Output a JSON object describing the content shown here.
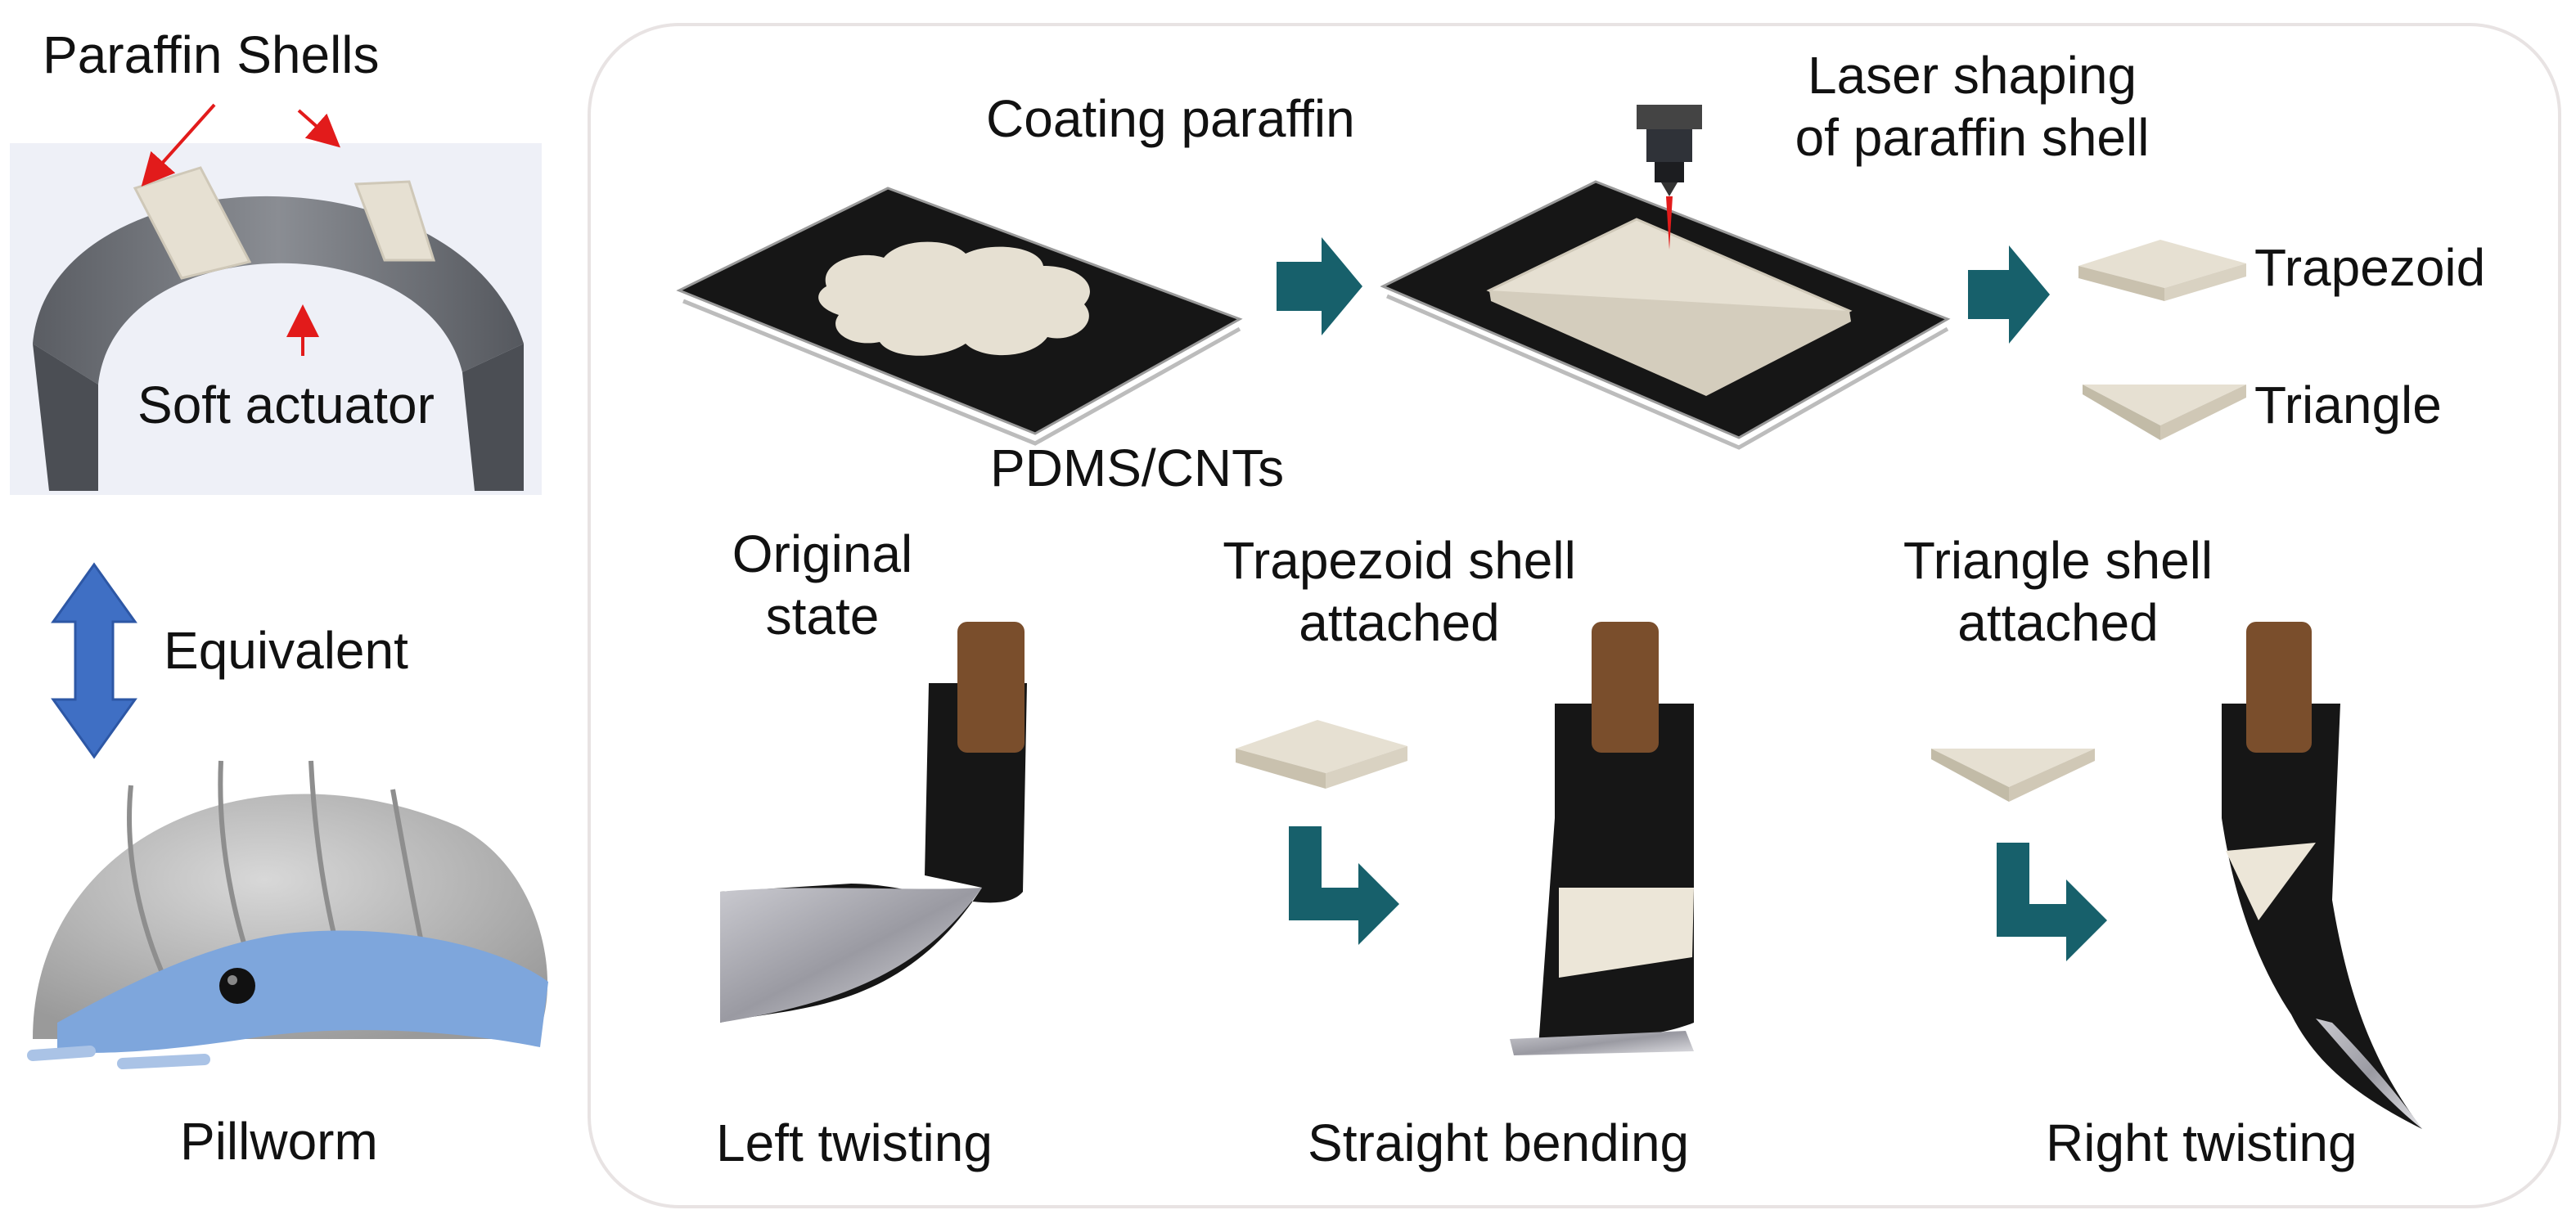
{
  "left_panel": {
    "paraffin_shells": "Paraffin Shells",
    "soft_actuator": "Soft actuator",
    "equivalent": "Equivalent",
    "pillworm": "Pillworm"
  },
  "process": {
    "coating": "Coating paraffin",
    "substrate": "PDMS/CNTs",
    "laser_line1": "Laser shaping",
    "laser_line2": "of paraffin shell",
    "trapezoid": "Trapezoid",
    "triangle": "Triangle"
  },
  "states": {
    "original_line1": "Original",
    "original_line2": "state",
    "trap_line1": "Trapezoid shell",
    "trap_line2": "attached",
    "tri_line1": "Triangle shell",
    "tri_line2": "attached",
    "left": "Left twisting",
    "straight": "Straight bending",
    "right": "Right twisting"
  },
  "colors": {
    "arrow_teal": "#17606b",
    "arrow_blue": "#3f6fc4",
    "paraffin": "#e6e0d2",
    "film_black": "#161616",
    "clamp_brown": "#7a4e2c",
    "laser_red": "#e21b1b"
  }
}
